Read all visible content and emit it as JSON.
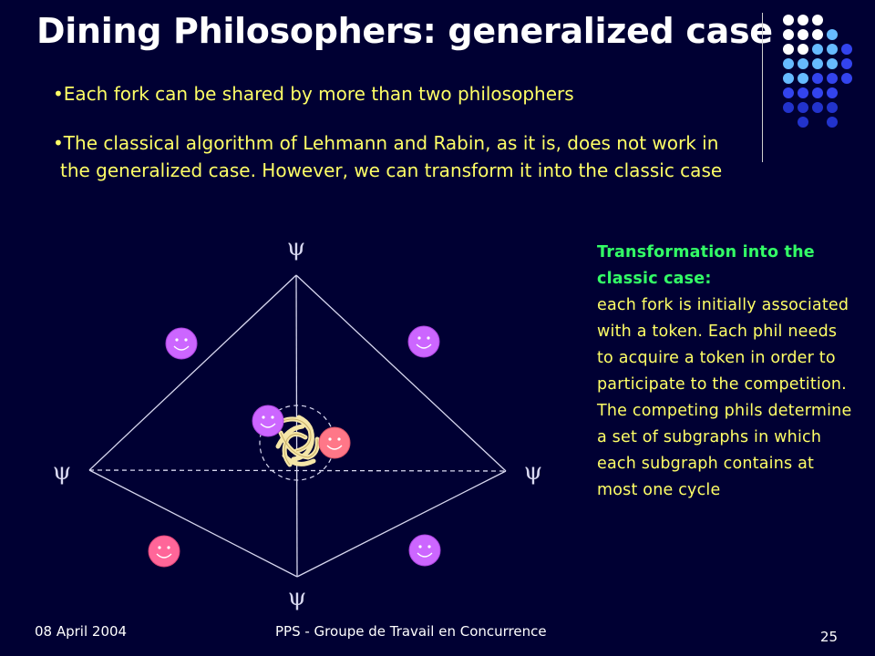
{
  "slide": {
    "title": "Dining Philosophers: generalized case",
    "bullets": [
      "Each fork can be shared by more than two philosophers",
      "The classical algorithm of Lehmann and Rabin, as it is, does not work in the generalized case. However, we can transform it into the classic case"
    ],
    "bullet_marker": "•",
    "side_note": {
      "heading": "Transformation into the classic case:",
      "body": "each fork is initially associated with a token. Each phil needs to acquire a token in order to participate to the competition. The competing phils determine a set of subgraphs in which each subgraph contains at most one cycle"
    },
    "footer": {
      "date": "08 April 2004",
      "center": "PPS - Groupe de Travail en Concurrence",
      "page_number": "25"
    }
  },
  "diagram": {
    "fork_glyph": "ψ",
    "colors": {
      "background": "#000033",
      "line": "#d8d8f0",
      "face_purple": "#cc66ff",
      "face_pink": "#ff6699",
      "face_salmon": "#ff7788",
      "spaghetti": "#f5e6a8",
      "heading_green": "#33ff66",
      "text_yellow": "#ffff66"
    }
  }
}
